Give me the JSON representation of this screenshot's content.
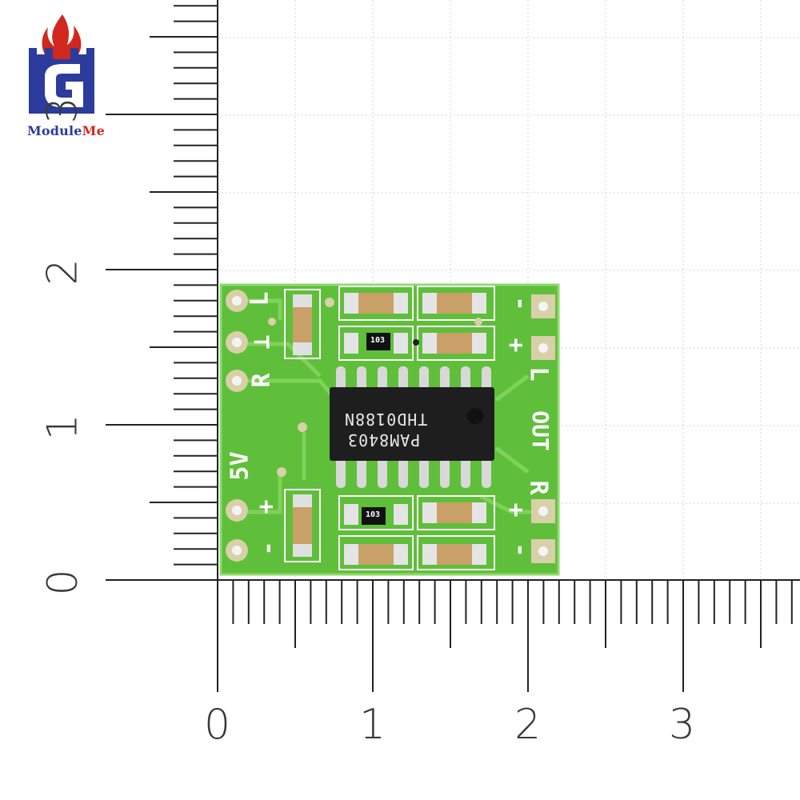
{
  "brand": {
    "name_part1": "Module",
    "name_part2": "Me",
    "colors": {
      "blue": "#2b3c9c",
      "red": "#d0281e"
    }
  },
  "ruler": {
    "vertical_labels": [
      "3",
      "2",
      "1",
      "0"
    ],
    "horizontal_labels": [
      "0",
      "1",
      "2",
      "3"
    ]
  },
  "board": {
    "chip_line1": "THD0188N",
    "chip_line2": "PAM8403",
    "resistor_label": "103",
    "silk_left": {
      "l": "L",
      "r": "R",
      "gnd": "⊥",
      "power": "5V",
      "plus": "+",
      "minus": "-"
    },
    "silk_right": {
      "minus": "-",
      "plus": "+",
      "l": "L",
      "out": "OUT",
      "r": "R"
    },
    "colors": {
      "pcb": "#5fbf3a",
      "pad": "#d8d0a8",
      "chip": "#1e1e1e"
    }
  }
}
